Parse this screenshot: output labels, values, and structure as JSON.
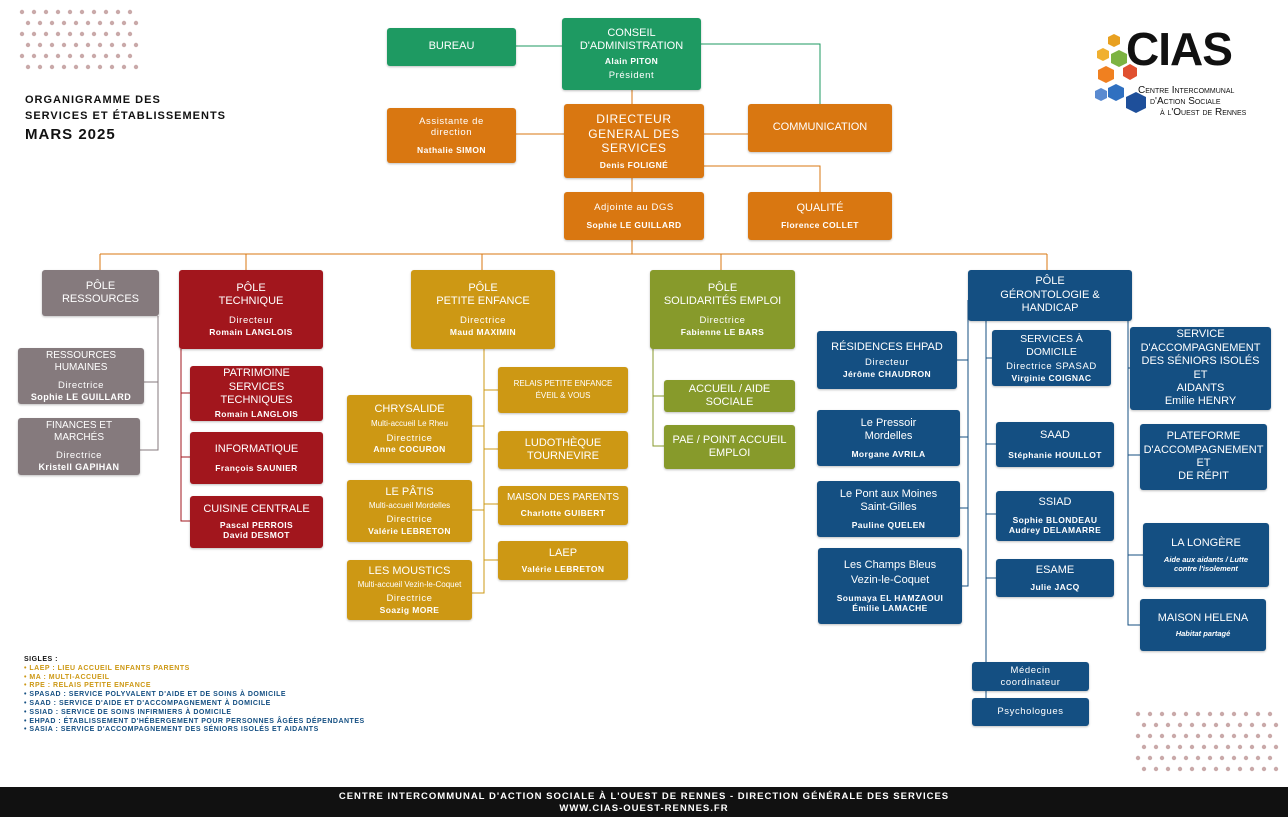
{
  "title": {
    "line1": "ORGANIGRAMME DES",
    "line2": "SERVICES ET ÉTABLISSEMENTS",
    "date": "MARS 2025"
  },
  "logo": {
    "brand": "CIAS",
    "tagline1": "Centre Intercommunal",
    "tagline2": "d'Action Sociale",
    "tagline3": "à l'Ouest de Rennes"
  },
  "top": {
    "bureau": "BUREAU",
    "ca": {
      "l1": "CONSEIL",
      "l2": "D'ADMINISTRATION",
      "name": "Alain PITON",
      "role": "Président"
    },
    "assistante": {
      "l1": "Assistante de",
      "l2": "direction",
      "name": "Nathalie SIMON"
    },
    "dg": {
      "l1": "DIRECTEUR",
      "l2": "GENERAL DES",
      "l3": "SERVICES",
      "name": "Denis FOLIGNÉ"
    },
    "communication": "COMMUNICATION",
    "adjoint": {
      "label": "Adjointe au DGS",
      "name": "Sophie LE GUILLARD"
    },
    "qualite": {
      "label": "QUALITÉ",
      "name": "Florence COLLET"
    }
  },
  "ressources": {
    "head": {
      "l1": "PÔLE",
      "l2": "RESSOURCES"
    },
    "rh": {
      "label": "RESSOURCES HUMAINES",
      "role": "Directrice",
      "name": "Sophie LE GUILLARD"
    },
    "fin": {
      "label": "FINANCES ET MARCHÉS",
      "role": "Directrice",
      "name": "Kristell GAPIHAN"
    }
  },
  "technique": {
    "head": {
      "l1": "PÔLE",
      "l2": "TECHNIQUE",
      "role": "Directeur",
      "name": "Romain LANGLOIS"
    },
    "patrimoine": {
      "l1": "PATRIMOINE",
      "l2": "SERVICES TECHNIQUES",
      "name": "Romain LANGLOIS"
    },
    "info": {
      "label": "INFORMATIQUE",
      "name": "François SAUNIER"
    },
    "cuisine": {
      "label": "CUISINE CENTRALE",
      "name1": "Pascal PERROIS",
      "name2": "David DESMOT"
    }
  },
  "enfance": {
    "head": {
      "l1": "PÔLE",
      "l2": "PETITE ENFANCE",
      "role": "Directrice",
      "name": "Maud MAXIMIN"
    },
    "chrysalide": {
      "label": "CHRYSALIDE",
      "sub": "Multi-accueil Le Rheu",
      "role": "Directrice",
      "name": "Anne COCURON"
    },
    "patis": {
      "label": "LE PÂTIS",
      "sub": "Multi-accueil Mordelles",
      "role": "Directrice",
      "name": "Valérie LEBRETON"
    },
    "moustics": {
      "label": "LES MOUSTICS",
      "sub": "Multi-accueil Vezin-le-Coquet",
      "role": "Directrice",
      "name": "Soazig MORE"
    },
    "relais": {
      "l1": "RELAIS PETITE ENFANCE",
      "l2": "ÉVEIL & VOUS"
    },
    "ludo": {
      "l1": "LUDOTHÈQUE",
      "l2": "TOURNEVIRE"
    },
    "maison": {
      "label": "MAISON DES PARENTS",
      "name": "Charlotte GUIBERT"
    },
    "laep": {
      "label": "LAEP",
      "name": "Valérie LEBRETON"
    }
  },
  "solidarites": {
    "head": {
      "l1": "PÔLE",
      "l2": "SOLIDARITÉS EMPLOI",
      "role": "Directrice",
      "name": "Fabienne LE BARS"
    },
    "accueil": "ACCUEIL / AIDE SOCIALE",
    "pae": {
      "l1": "PAE / POINT ACCUEIL",
      "l2": "EMPLOI"
    }
  },
  "geronto": {
    "head": {
      "l1": "PÔLE",
      "l2": "GÉRONTOLOGIE & HANDICAP"
    },
    "ehpad": {
      "label": "RÉSIDENCES EHPAD",
      "role": "Directeur",
      "name": "Jérôme CHAUDRON"
    },
    "pressoir": {
      "l1": "Le Pressoir",
      "l2": "Mordelles",
      "name": "Morgane AVRILA"
    },
    "pont": {
      "l1": "Le Pont aux Moines",
      "l2": "Saint-Gilles",
      "name": "Pauline QUELEN"
    },
    "champs": {
      "l1": "Les Champs Bleus",
      "l2": "Vezin-le-Coquet",
      "name1": "Soumaya EL HAMZAOUI",
      "name2": "Émilie LAMACHE"
    },
    "sad": {
      "label": "SERVICES À DOMICILE",
      "role": "Directrice SPASAD",
      "name": "Virginie COIGNAC"
    },
    "saad": {
      "label": "SAAD",
      "name": "Stéphanie HOUILLOT"
    },
    "ssiad": {
      "label": "SSIAD",
      "name1": "Sophie BLONDEAU",
      "name2": "Audrey DELAMARRE"
    },
    "esame": {
      "label": "ESAME",
      "name": "Julie JACQ"
    },
    "medecin": {
      "l1": "Médecin",
      "l2": "coordinateur"
    },
    "psy": "Psychologues",
    "sasia": {
      "l1": "SERVICE",
      "l2": "D'ACCOMPAGNEMENT",
      "l3": "DES SÉNIORS ISOLÉS ET",
      "l4": "AIDANTS",
      "name": "Emilie HENRY"
    },
    "plateforme": {
      "l1": "PLATEFORME",
      "l2": "D'ACCOMPAGNEMENT ET",
      "l3": "DE RÉPIT"
    },
    "longere": {
      "label": "LA LONGÈRE",
      "d1": "Aide aux aidants / Lutte",
      "d2": "contre l'isolement"
    },
    "helena": {
      "label": "MAISON HELENA",
      "desc": "Habitat partagé"
    }
  },
  "sigles": {
    "title": "SIGLES :",
    "items": [
      {
        "text": "LAEP : LIEU ACCUEIL ENFANTS PARENTS",
        "color": "#cd9814"
      },
      {
        "text": "MA : MULTI-ACCUEIL",
        "color": "#cd9814"
      },
      {
        "text": "RPE : RELAIS PETITE ENFANCE",
        "color": "#cd9814"
      },
      {
        "text": "SPASAD : SERVICE  POLYVALENT D'AIDE ET DE SOINS À DOMICILE",
        "color": "#144f82"
      },
      {
        "text": "SAAD : SERVICE D'AIDE ET D'ACCOMPAGNEMENT À DOMICILE",
        "color": "#144f82"
      },
      {
        "text": "SSIAD : SERVICE DE SOINS INFIRMIERS À DOMICILE",
        "color": "#144f82"
      },
      {
        "text": "EHPAD : ÉTABLISSEMENT D'HÉBERGEMENT POUR PERSONNES ÂGÉES DÉPENDANTES",
        "color": "#144f82"
      },
      {
        "text": "SASIA : SERVICE D'ACCOMPAGNEMENT DES SÉNIORS ISOLÉS ET AIDANTS",
        "color": "#144f82"
      }
    ]
  },
  "footer": {
    "l1": "CENTRE INTERCOMMUNAL D'ACTION SOCIALE À L'OUEST DE RENNES - DIRECTION GÉNÉRALE DES SERVICES",
    "l2": "WWW.CIAS-OUEST-RENNES.FR"
  },
  "colors": {
    "green": "#1e9a62",
    "orange": "#d97711",
    "grey": "#857a7d",
    "red": "#a2161d",
    "yellow": "#cd9814",
    "olive": "#879a2b",
    "blue": "#144f82"
  }
}
